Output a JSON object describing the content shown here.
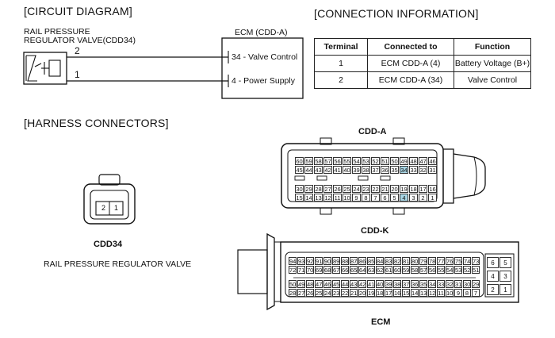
{
  "circuit": {
    "title": "[CIRCUIT DIAGRAM]",
    "component_line1": "RAIL PRESSURE",
    "component_line2": "REGULATOR VALVE(CDD34)",
    "ecm_label": "ECM (CDD-A)",
    "wire_top_number": "2",
    "wire_bottom_number": "1",
    "pin_top": "34 - Valve Control",
    "pin_bottom": "4 - Power Supply"
  },
  "connection": {
    "title": "[CONNECTION INFORMATION]",
    "headers": [
      "Terminal",
      "Connected to",
      "Function"
    ],
    "rows": [
      [
        "1",
        "ECM CDD-A (4)",
        "Battery Voltage (B+)"
      ],
      [
        "2",
        "ECM CDD-A (34)",
        "Valve Control"
      ]
    ]
  },
  "harness": {
    "title": "[HARNESS CONNECTORS]",
    "cdd34_pins": [
      "2",
      "1"
    ],
    "cdd34_label": "CDD34",
    "cdd34_desc": "RAIL PRESSURE REGULATOR VALVE",
    "cdd_a_label": "CDD-A",
    "cdd_k_label": "CDD-K",
    "ecm_label": "ECM",
    "highlight_color": "#a9d6e5",
    "cdd_a_rows": [
      [
        "60",
        "59",
        "58",
        "57",
        "56",
        "55",
        "54",
        "53",
        "52",
        "51",
        "50",
        "49",
        "48",
        "47",
        "46"
      ],
      [
        "45",
        "44",
        "43",
        "42",
        "41",
        "40",
        "39",
        "38",
        "37",
        "36",
        "35",
        "34",
        "33",
        "32",
        "31"
      ],
      [
        "30",
        "29",
        "28",
        "27",
        "26",
        "25",
        "24",
        "23",
        "22",
        "21",
        "20",
        "19",
        "18",
        "17",
        "16"
      ],
      [
        "15",
        "14",
        "13",
        "12",
        "11",
        "10",
        "9",
        "8",
        "7",
        "6",
        "5",
        "4",
        "3",
        "2",
        "1"
      ]
    ],
    "cdd_a_highlight": [
      "34",
      "4"
    ],
    "cdd_k_rows": [
      [
        "94",
        "93",
        "92",
        "91",
        "90",
        "89",
        "88",
        "87",
        "86",
        "85",
        "84",
        "83",
        "82",
        "81",
        "80",
        "79",
        "78",
        "77",
        "76",
        "75",
        "74",
        "73"
      ],
      [
        "72",
        "71",
        "70",
        "69",
        "68",
        "67",
        "66",
        "65",
        "64",
        "63",
        "62",
        "61",
        "60",
        "59",
        "58",
        "57",
        "56",
        "55",
        "54",
        "53",
        "52",
        "51"
      ],
      [
        "50",
        "49",
        "48",
        "47",
        "46",
        "45",
        "44",
        "43",
        "42",
        "41",
        "40",
        "39",
        "38",
        "37",
        "36",
        "35",
        "34",
        "33",
        "32",
        "31",
        "30",
        "29"
      ],
      [
        "28",
        "27",
        "26",
        "25",
        "24",
        "23",
        "22",
        "21",
        "20",
        "19",
        "18",
        "17",
        "16",
        "15",
        "14",
        "13",
        "12",
        "11",
        "10",
        "9",
        "8",
        "7"
      ]
    ],
    "cdd_k_side": [
      [
        "6",
        "5"
      ],
      [
        "4",
        "3"
      ],
      [
        "2",
        "1"
      ]
    ]
  }
}
